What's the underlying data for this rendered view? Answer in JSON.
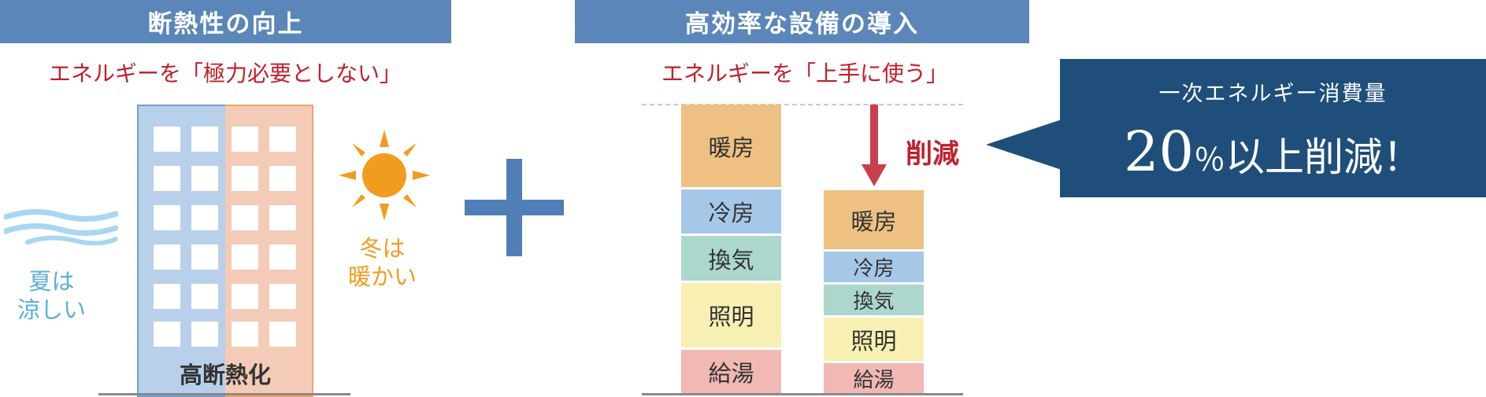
{
  "left": {
    "header": "断熱性の向上",
    "subtitle": "エネルギーを「極力必要としない」",
    "building_label": "高断熱化",
    "summer_text": [
      "夏は",
      "涼しい"
    ],
    "winter_text": [
      "冬は",
      "暖かい"
    ]
  },
  "right": {
    "header": "高効率な設備の導入",
    "subtitle": "エネルギーを「上手に使う」",
    "reduce_label": "削減",
    "before_bars": [
      {
        "label": "暖房"
      },
      {
        "label": "冷房"
      },
      {
        "label": "換気"
      },
      {
        "label": "照明"
      },
      {
        "label": "給湯"
      }
    ],
    "after_bars": [
      {
        "label": "暖房"
      },
      {
        "label": "冷房"
      },
      {
        "label": "換気"
      },
      {
        "label": "照明"
      },
      {
        "label": "給湯"
      }
    ]
  },
  "callout": {
    "line1": "一次エネルギー消費量",
    "big": "20",
    "unit": "％",
    "rest": "以上削減！"
  },
  "colors": {
    "header_bg": "#5b86b9",
    "subtitle": "#c0202c",
    "heating": "#eec183",
    "cooling": "#a6c8e8",
    "ventilation": "#acd7cc",
    "lighting": "#f7f0b2",
    "hot_water": "#f2b8b3",
    "callout_bg": "#1f4e7a",
    "sun": "#f29c1f",
    "wind": "#a9d6f0",
    "plus": "#4f7fb6"
  }
}
